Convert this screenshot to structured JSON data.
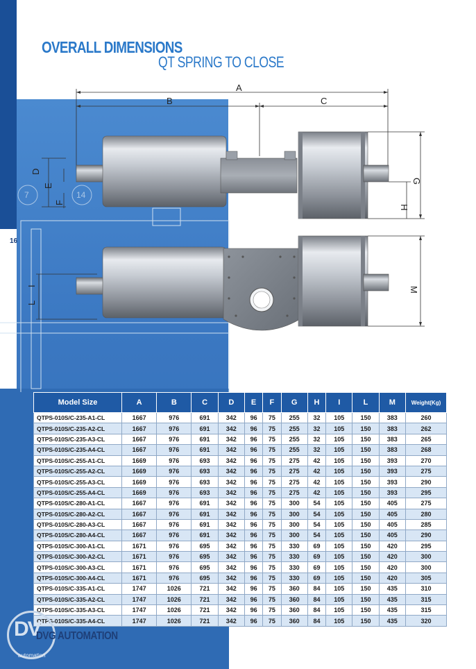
{
  "page": {
    "number": "16"
  },
  "title": {
    "line1": "OVERALL DIMENSIONS",
    "line2": "QT SPRING TO CLOSE"
  },
  "drawing": {
    "dimension_labels": {
      "A": "A",
      "B": "B",
      "C": "C",
      "D": "D",
      "E": "E",
      "F": "F",
      "G": "G",
      "H": "H",
      "I": "I",
      "L": "L",
      "M": "M"
    },
    "bg_numbers": [
      "7",
      "14"
    ]
  },
  "table": {
    "headers": [
      "Model Size",
      "A",
      "B",
      "C",
      "D",
      "E",
      "F",
      "G",
      "H",
      "I",
      "L",
      "M",
      "Weight(Kg)"
    ],
    "rows": [
      [
        "QTPS-010S/C-235-A1-CL",
        "1667",
        "976",
        "691",
        "342",
        "96",
        "75",
        "255",
        "32",
        "105",
        "150",
        "383",
        "260"
      ],
      [
        "QTPS-010S/C-235-A2-CL",
        "1667",
        "976",
        "691",
        "342",
        "96",
        "75",
        "255",
        "32",
        "105",
        "150",
        "383",
        "262"
      ],
      [
        "QTPS-010S/C-235-A3-CL",
        "1667",
        "976",
        "691",
        "342",
        "96",
        "75",
        "255",
        "32",
        "105",
        "150",
        "383",
        "265"
      ],
      [
        "QTPS-010S/C-235-A4-CL",
        "1667",
        "976",
        "691",
        "342",
        "96",
        "75",
        "255",
        "32",
        "105",
        "150",
        "383",
        "268"
      ],
      [
        "QTPS-010S/C-255-A1-CL",
        "1669",
        "976",
        "693",
        "342",
        "96",
        "75",
        "275",
        "42",
        "105",
        "150",
        "393",
        "270"
      ],
      [
        "QTPS-010S/C-255-A2-CL",
        "1669",
        "976",
        "693",
        "342",
        "96",
        "75",
        "275",
        "42",
        "105",
        "150",
        "393",
        "275"
      ],
      [
        "QTPS-010S/C-255-A3-CL",
        "1669",
        "976",
        "693",
        "342",
        "96",
        "75",
        "275",
        "42",
        "105",
        "150",
        "393",
        "290"
      ],
      [
        "QTPS-010S/C-255-A4-CL",
        "1669",
        "976",
        "693",
        "342",
        "96",
        "75",
        "275",
        "42",
        "105",
        "150",
        "393",
        "295"
      ],
      [
        "QTPS-010S/C-280-A1-CL",
        "1667",
        "976",
        "691",
        "342",
        "96",
        "75",
        "300",
        "54",
        "105",
        "150",
        "405",
        "275"
      ],
      [
        "QTPS-010S/C-280-A2-CL",
        "1667",
        "976",
        "691",
        "342",
        "96",
        "75",
        "300",
        "54",
        "105",
        "150",
        "405",
        "280"
      ],
      [
        "QTPS-010S/C-280-A3-CL",
        "1667",
        "976",
        "691",
        "342",
        "96",
        "75",
        "300",
        "54",
        "105",
        "150",
        "405",
        "285"
      ],
      [
        "QTPS-010S/C-280-A4-CL",
        "1667",
        "976",
        "691",
        "342",
        "96",
        "75",
        "300",
        "54",
        "105",
        "150",
        "405",
        "290"
      ],
      [
        "QTPS-010S/C-300-A1-CL",
        "1671",
        "976",
        "695",
        "342",
        "96",
        "75",
        "330",
        "69",
        "105",
        "150",
        "420",
        "295"
      ],
      [
        "QTPS-010S/C-300-A2-CL",
        "1671",
        "976",
        "695",
        "342",
        "96",
        "75",
        "330",
        "69",
        "105",
        "150",
        "420",
        "300"
      ],
      [
        "QTPS-010S/C-300-A3-CL",
        "1671",
        "976",
        "695",
        "342",
        "96",
        "75",
        "330",
        "69",
        "105",
        "150",
        "420",
        "300"
      ],
      [
        "QTPS-010S/C-300-A4-CL",
        "1671",
        "976",
        "695",
        "342",
        "96",
        "75",
        "330",
        "69",
        "105",
        "150",
        "420",
        "305"
      ],
      [
        "QTPS-010S/C-335-A1-CL",
        "1747",
        "1026",
        "721",
        "342",
        "96",
        "75",
        "360",
        "84",
        "105",
        "150",
        "435",
        "310"
      ],
      [
        "QTPS-010S/C-335-A2-CL",
        "1747",
        "1026",
        "721",
        "342",
        "96",
        "75",
        "360",
        "84",
        "105",
        "150",
        "435",
        "315"
      ],
      [
        "QTPS-010S/C-335-A3-CL",
        "1747",
        "1026",
        "721",
        "342",
        "96",
        "75",
        "360",
        "84",
        "105",
        "150",
        "435",
        "315"
      ],
      [
        "QTPS-010S/C-335-A4-CL",
        "1747",
        "1026",
        "721",
        "342",
        "96",
        "75",
        "360",
        "84",
        "105",
        "150",
        "435",
        "320"
      ]
    ]
  },
  "footer": {
    "logo_letters": "DV",
    "brand": "DVG AUTOMATION",
    "logo_sub": "automation"
  }
}
